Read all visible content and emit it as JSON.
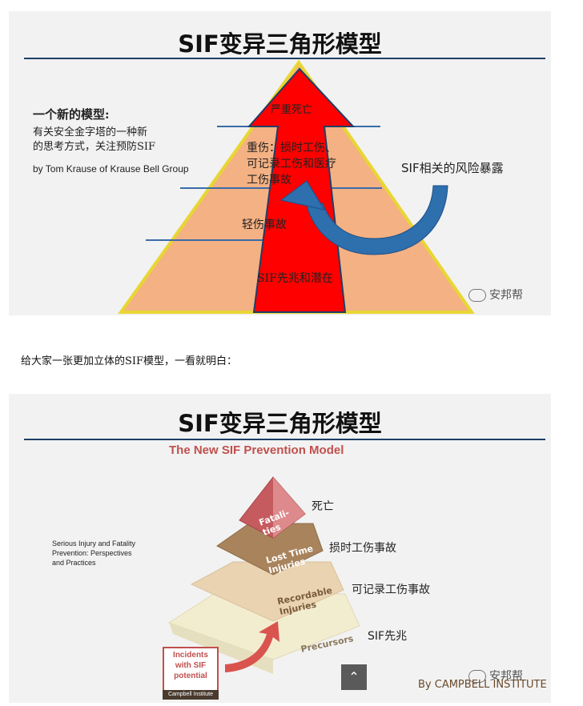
{
  "slide1": {
    "title": "SIF变异三角形模型",
    "intro_heading": "一个新的模型:",
    "intro_line1": "有关安全金字塔的一种新",
    "intro_line2": "的思考方式，关注预防SIF",
    "credit": "by Tom Krause of Krause Bell Group",
    "levels": {
      "top": "严重死亡",
      "level2_line1": "重伤：损时工伤、",
      "level2_line2": "可记录工伤和医疗",
      "level2_line3": "工伤事故",
      "level3": "轻伤事故",
      "base": "SIF先兆和潜在"
    },
    "arrow_label": "SIF相关的风险暴露",
    "watermark": "安邦帮",
    "colors": {
      "pyramid_fill": "#f4b183",
      "pyramid_border": "#e8d632",
      "arrow_red": "#ff0000",
      "arrow_blue": "#2e6fae"
    }
  },
  "caption": "给大家一张更加立体的SIF模型，一看就明白：",
  "slide2": {
    "title": "SIF变异三角形模型",
    "model_title": "The New SIF Prevention Model",
    "side_note_line1": "Serious Injury and Fatality",
    "side_note_line2": "Prevention: Perspectives",
    "side_note_line3": "and Practices",
    "tiers": [
      {
        "en": "Fatali-\nties",
        "cn": "死亡"
      },
      {
        "en": "Lost Time\nInjuries",
        "cn": "损时工伤事故"
      },
      {
        "en": "Recordable\nInjuries",
        "cn": "可记录工伤事故"
      },
      {
        "en": "Precursors",
        "cn": "SIF先兆"
      }
    ],
    "incidents_box": [
      "Incidents",
      "with SIF",
      "potential"
    ],
    "campbell_tag": "Campbell Institute",
    "byline": "By CAMPBELL INSTITUTE",
    "watermark": "安邦帮"
  },
  "scroll_top_icon": "chevron-up-icon"
}
